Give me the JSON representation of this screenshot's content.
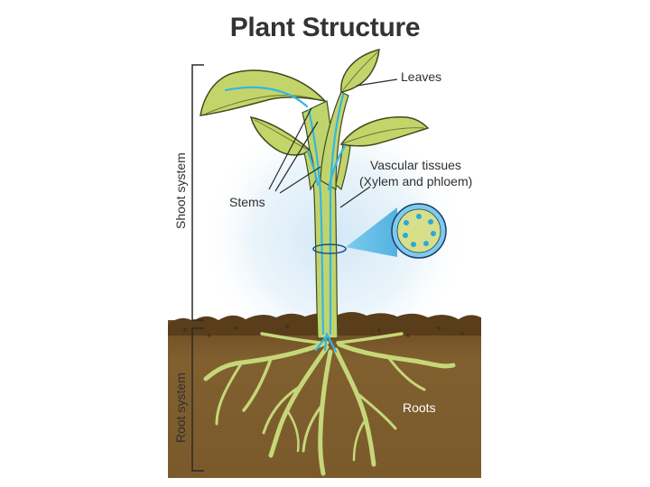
{
  "title": "Plant Structure",
  "labels": {
    "leaves": "Leaves",
    "vascular_line1": "Vascular tissues",
    "vascular_line2": "(Xylem and phloem)",
    "stems": "Stems",
    "roots": "Roots",
    "shoot_system": "Shoot system",
    "root_system": "Root system"
  },
  "colors": {
    "leaf": "#c3d56a",
    "leaf_edge": "#3f4a1d",
    "stem": "#c0d46e",
    "vascular": "#36b6e0",
    "soil": "#7e5a2c",
    "soil_top": "#5a3d1a",
    "sky_glow": "#cfe6f6",
    "title": "#333333"
  }
}
